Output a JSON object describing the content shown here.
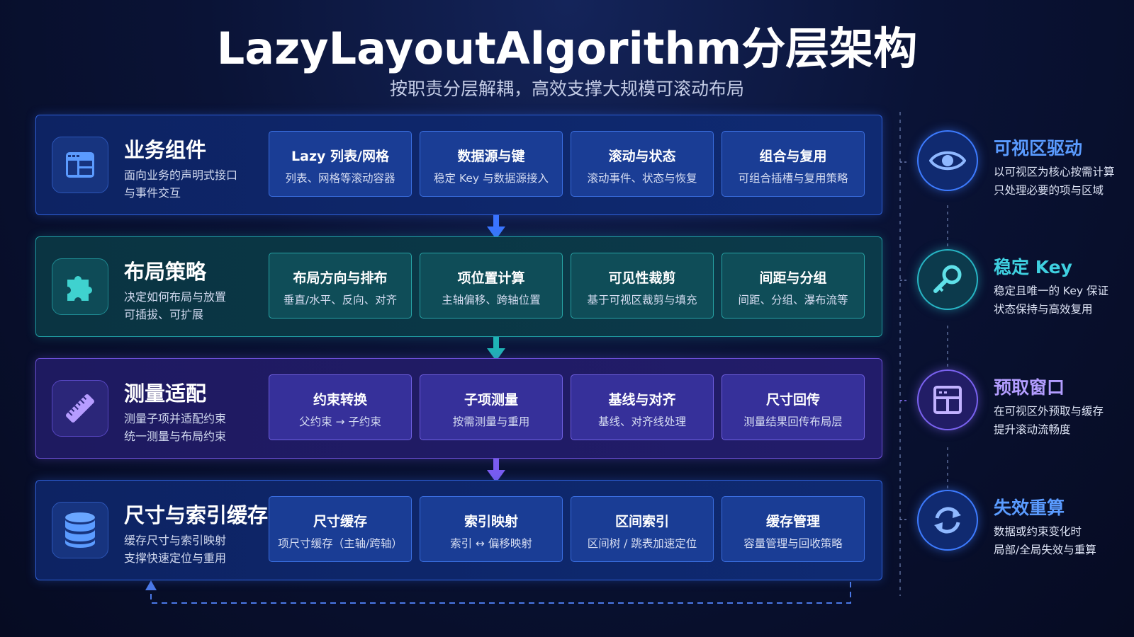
{
  "header": {
    "title": "LazyLayoutAlgorithm分层架构",
    "subtitle": "按职责分层解耦，高效支撑大规模可滚动布局"
  },
  "layers": [
    {
      "name": "业务组件",
      "desc_line1": "面向业务的声明式接口",
      "desc_line2": "与事件交互",
      "icon": "layout-grid-icon",
      "modules": [
        {
          "title": "Lazy 列表/网格",
          "desc": "列表、网格等滚动容器"
        },
        {
          "title": "数据源与键",
          "desc": "稳定 Key 与数据源接入"
        },
        {
          "title": "滚动与状态",
          "desc": "滚动事件、状态与恢复"
        },
        {
          "title": "组合与复用",
          "desc": "可组合插槽与复用策略"
        }
      ]
    },
    {
      "name": "布局策略",
      "desc_line1": "决定如何布局与放置",
      "desc_line2": "可插拔、可扩展",
      "icon": "puzzle-icon",
      "modules": [
        {
          "title": "布局方向与排布",
          "desc": "垂直/水平、反向、对齐"
        },
        {
          "title": "项位置计算",
          "desc": "主轴偏移、跨轴位置"
        },
        {
          "title": "可见性裁剪",
          "desc": "基于可视区裁剪与填充"
        },
        {
          "title": "间距与分组",
          "desc": "间距、分组、瀑布流等"
        }
      ]
    },
    {
      "name": "测量适配",
      "desc_line1": "测量子项并适配约束",
      "desc_line2": "统一测量与布局约束",
      "icon": "ruler-icon",
      "modules": [
        {
          "title": "约束转换",
          "desc": "父约束 → 子约束"
        },
        {
          "title": "子项测量",
          "desc": "按需测量与重用"
        },
        {
          "title": "基线与对齐",
          "desc": "基线、对齐线处理"
        },
        {
          "title": "尺寸回传",
          "desc": "测量结果回传布局层"
        }
      ]
    },
    {
      "name": "尺寸与索引缓存",
      "desc_line1": "缓存尺寸与索引映射",
      "desc_line2": "支撑快速定位与重用",
      "icon": "database-icon",
      "modules": [
        {
          "title": "尺寸缓存",
          "desc": "项尺寸缓存（主轴/跨轴）"
        },
        {
          "title": "索引映射",
          "desc": "索引 ↔ 偏移映射"
        },
        {
          "title": "区间索引",
          "desc": "区间树 / 跳表加速定位"
        },
        {
          "title": "缓存管理",
          "desc": "容量管理与回收策略"
        }
      ]
    }
  ],
  "side": [
    {
      "title": "可视区驱动",
      "desc_line1": "以可视区为核心按需计算",
      "desc_line2": "只处理必要的项与区域",
      "icon": "eye-icon",
      "color": "#4f8dff"
    },
    {
      "title": "稳定 Key",
      "desc_line1": "稳定且唯一的 Key 保证",
      "desc_line2": "状态保持与高效复用",
      "icon": "key-icon",
      "color": "#35c4d6"
    },
    {
      "title": "预取窗口",
      "desc_line1": "在可视区外预取与缓存",
      "desc_line2": "提升滚动流畅度",
      "icon": "window-layout-icon",
      "color": "#a58bff"
    },
    {
      "title": "失效重算",
      "desc_line1": "数据或约束变化时",
      "desc_line2": "局部/全局失效与重算",
      "icon": "refresh-icon",
      "color": "#4f8dff"
    }
  ]
}
